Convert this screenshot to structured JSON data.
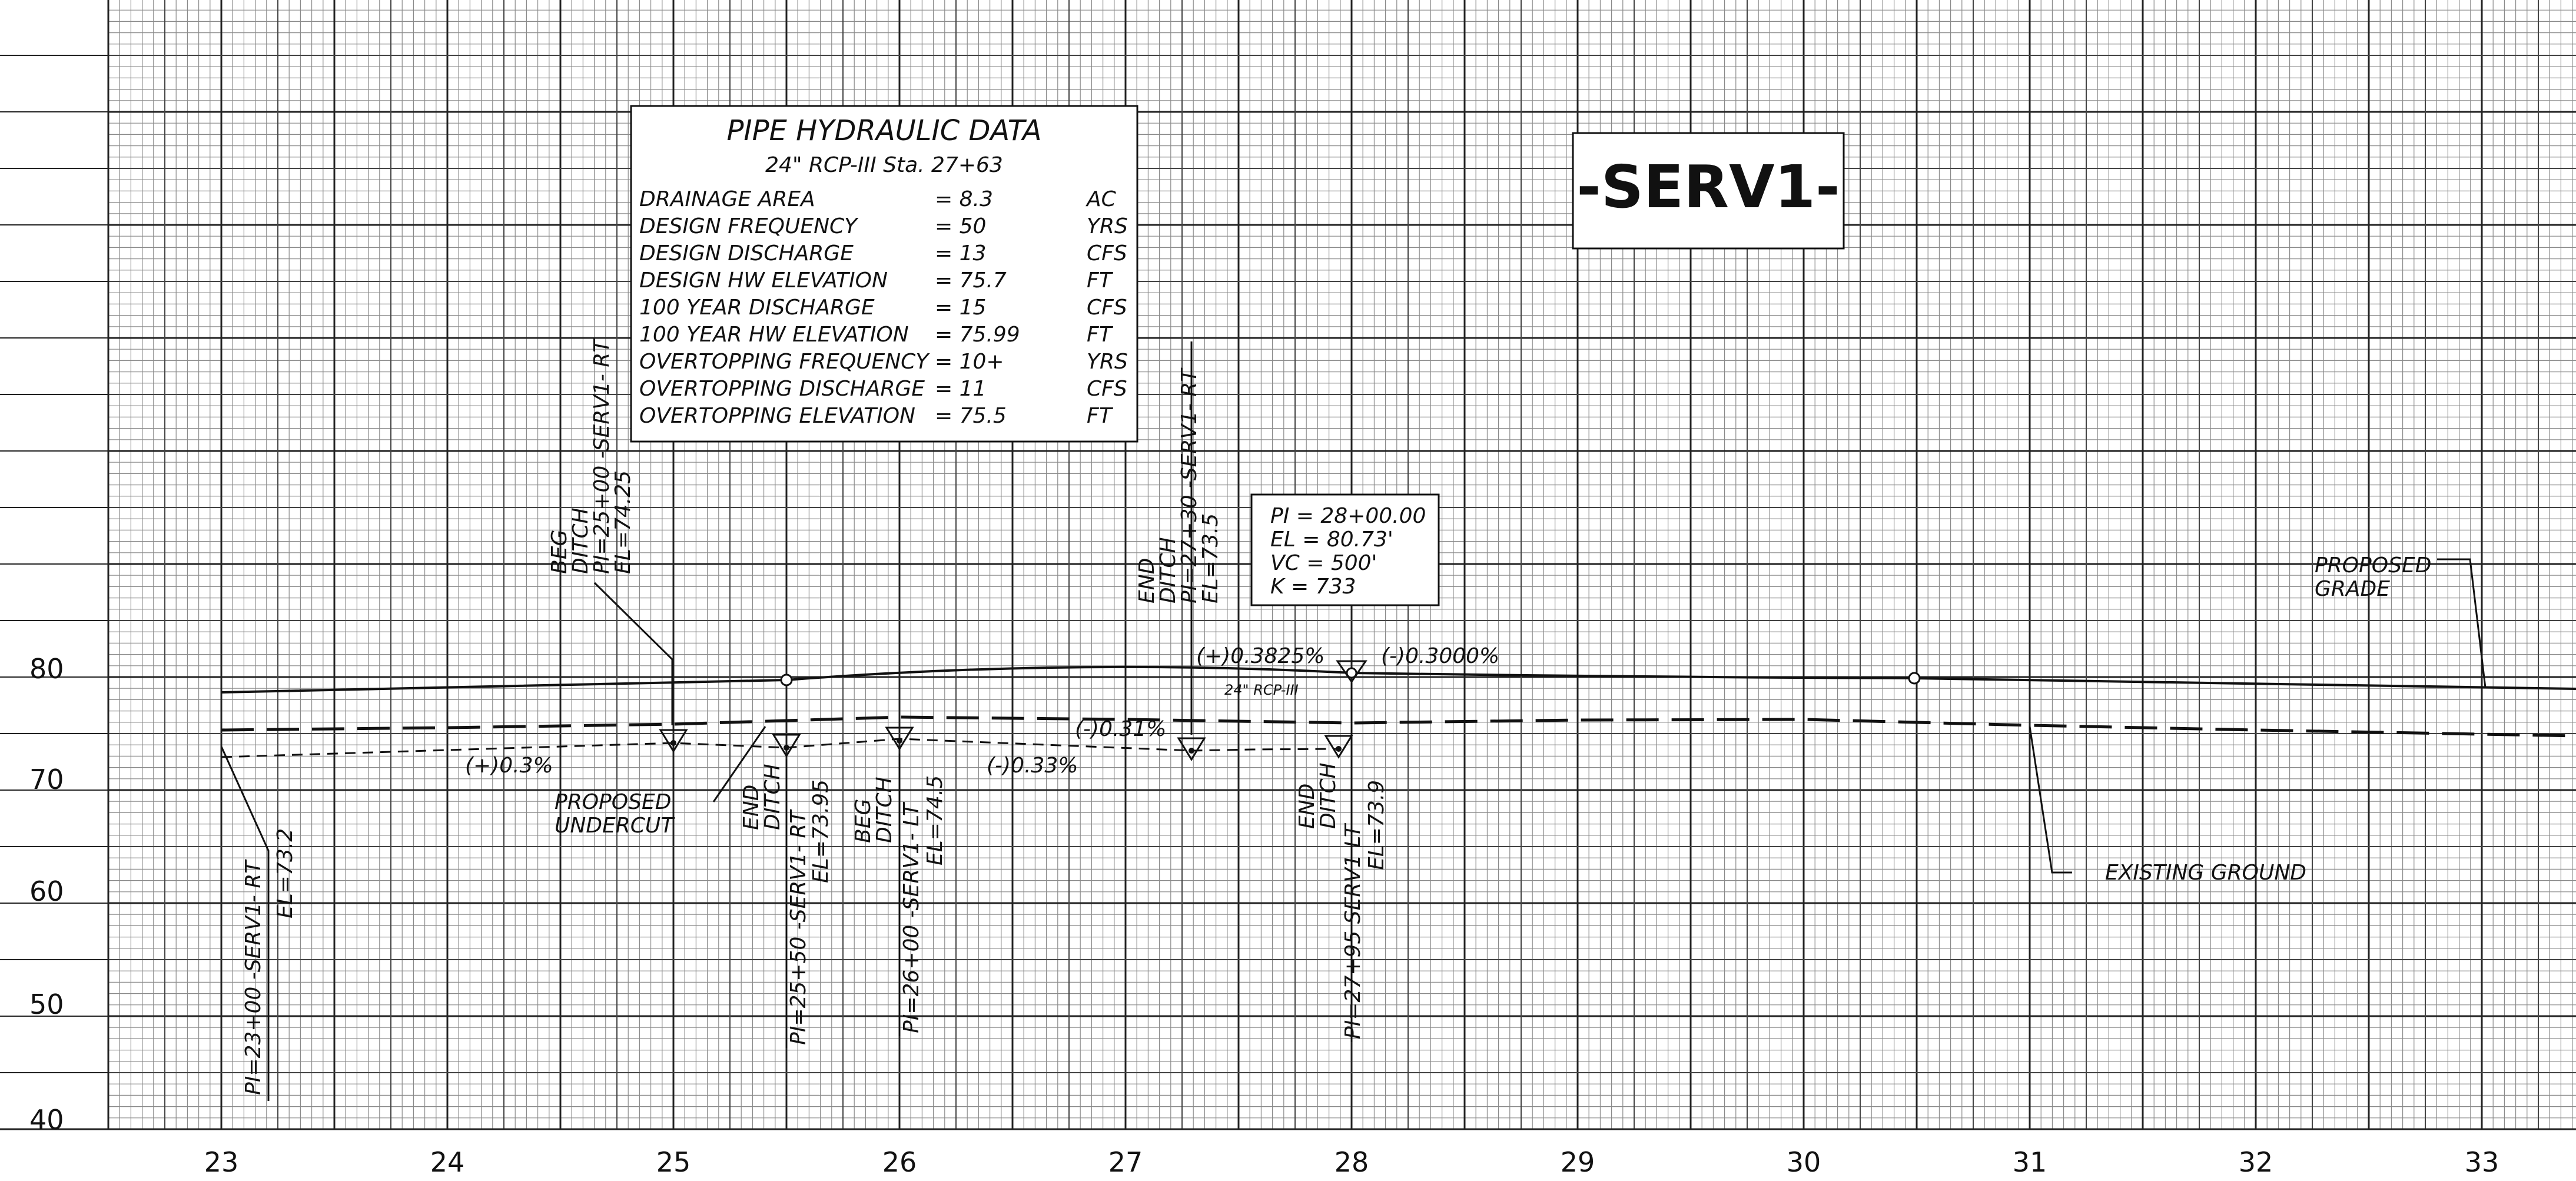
{
  "sheet": {
    "title": "-SERV1-",
    "x_axis_labels": [
      "23",
      "24",
      "25",
      "26",
      "27",
      "28",
      "29",
      "30",
      "31",
      "32",
      "33"
    ],
    "y_axis_labels": [
      "80",
      "70",
      "60",
      "50",
      "40"
    ]
  },
  "hydraulic_table": {
    "title": "PIPE HYDRAULIC DATA",
    "subtitle": "24\" RCP-III Sta. 27+63",
    "rows": [
      {
        "label": "DRAINAGE AREA",
        "value": "= 8.3",
        "unit": "AC"
      },
      {
        "label": "DESIGN FREQUENCY",
        "value": "= 50",
        "unit": "YRS"
      },
      {
        "label": "DESIGN DISCHARGE",
        "value": "= 13",
        "unit": "CFS"
      },
      {
        "label": "DESIGN HW ELEVATION",
        "value": "= 75.7",
        "unit": "FT"
      },
      {
        "label": "100 YEAR DISCHARGE",
        "value": "= 15",
        "unit": "CFS"
      },
      {
        "label": "100 YEAR HW ELEVATION",
        "value": "= 75.99",
        "unit": "FT"
      },
      {
        "label": "OVERTOPPING FREQUENCY",
        "value": "= 10+",
        "unit": "YRS"
      },
      {
        "label": "OVERTOPPING DISCHARGE",
        "value": "= 11",
        "unit": "CFS"
      },
      {
        "label": "OVERTOPPING ELEVATION",
        "value": "= 75.5",
        "unit": "FT"
      }
    ]
  },
  "pi_box": {
    "lines": [
      "PI = 28+00.00",
      "EL = 80.73'",
      "VC = 500'",
      "K = 733"
    ]
  },
  "annotations": {
    "beg_ditch_25": [
      "BEG",
      "DITCH",
      "PI=25+00 -SERV1- RT",
      "EL=74.25"
    ],
    "end_ditch_27": [
      "END",
      "DITCH",
      "PI=27+30 -SERV1- RT",
      "EL=73.5"
    ],
    "proposed_grade": [
      "PROPOSED",
      "GRADE"
    ],
    "existing_ground": "EXISTING GROUND",
    "proposed_undercut": [
      "PROPOSED",
      "UNDERCUT"
    ],
    "pi_23": [
      "PI=23+00 -SERV1- RT",
      "EL=73.2"
    ],
    "end_ditch_2550": [
      "END",
      "DITCH",
      "PI=25+50 -SERV1- RT",
      "EL=73.95"
    ],
    "beg_ditch_26": [
      "BEG",
      "DITCH",
      "PI=26+00 -SERV1- LT",
      "EL=74.5"
    ],
    "end_ditch_2795": [
      "END",
      "DITCH",
      "PI=27+95 SERV1 LT",
      "EL=73.9"
    ],
    "grade_up": "(+)0.3825%",
    "grade_down": "(-)0.3000%",
    "ditch_up": "(+)0.3%",
    "ditch_down": "(-)0.33%",
    "ditch_031": "(-)0.31%",
    "pipe_label": "24\" RCP-III"
  },
  "colors": {
    "major_grid": "#222222",
    "minor_grid": "#8a8a8a",
    "ink": "#111111"
  }
}
